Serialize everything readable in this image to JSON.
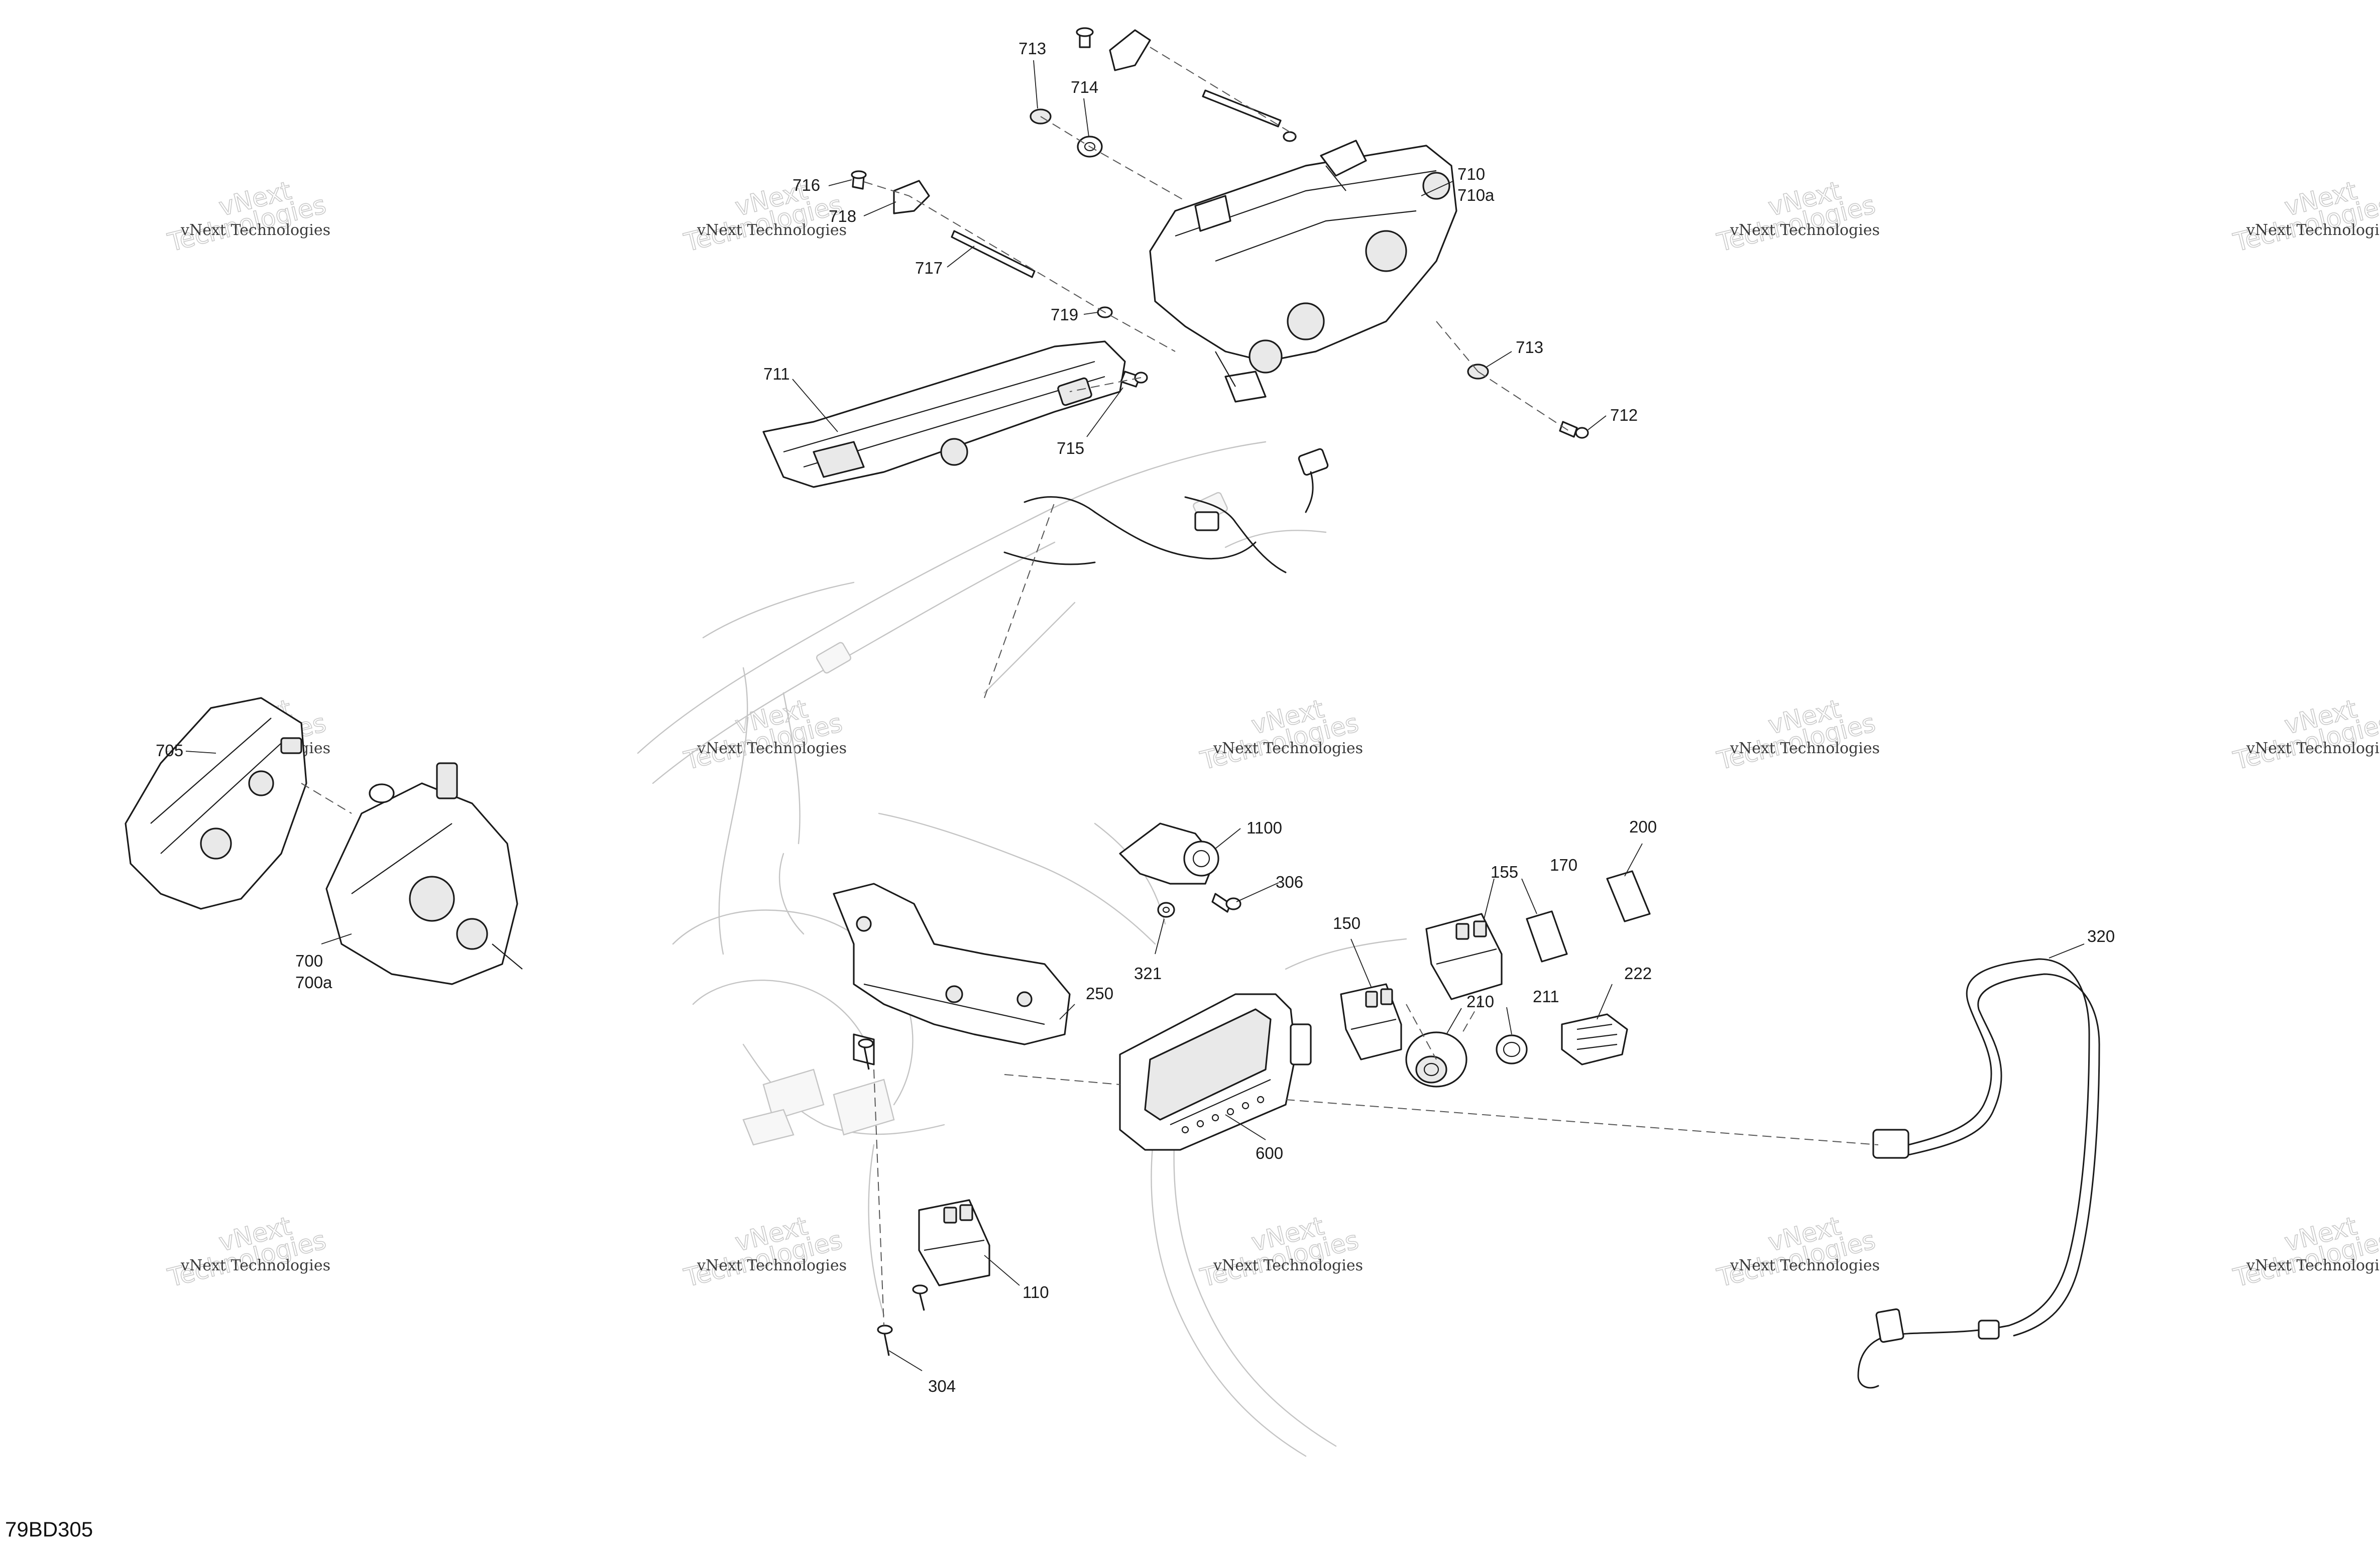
{
  "diagram_code": "79BD305",
  "watermark": {
    "line1": "vNext Technologies",
    "line2": "Technologies"
  },
  "callouts": [
    {
      "id": "713a",
      "label": "713"
    },
    {
      "id": "714",
      "label": "714"
    },
    {
      "id": "716",
      "label": "716"
    },
    {
      "id": "718",
      "label": "718"
    },
    {
      "id": "717",
      "label": "717"
    },
    {
      "id": "719",
      "label": "719"
    },
    {
      "id": "710",
      "label": "710"
    },
    {
      "id": "710a",
      "label": "710a"
    },
    {
      "id": "713b",
      "label": "713"
    },
    {
      "id": "712",
      "label": "712"
    },
    {
      "id": "711",
      "label": "711"
    },
    {
      "id": "715",
      "label": "715"
    },
    {
      "id": "705",
      "label": "705"
    },
    {
      "id": "700",
      "label": "700"
    },
    {
      "id": "700a",
      "label": "700a"
    },
    {
      "id": "1100",
      "label": "1100"
    },
    {
      "id": "306",
      "label": "306"
    },
    {
      "id": "321",
      "label": "321"
    },
    {
      "id": "155",
      "label": "155"
    },
    {
      "id": "170",
      "label": "170"
    },
    {
      "id": "200",
      "label": "200"
    },
    {
      "id": "150",
      "label": "150"
    },
    {
      "id": "320",
      "label": "320"
    },
    {
      "id": "250",
      "label": "250"
    },
    {
      "id": "210",
      "label": "210"
    },
    {
      "id": "211",
      "label": "211"
    },
    {
      "id": "222",
      "label": "222"
    },
    {
      "id": "600",
      "label": "600"
    },
    {
      "id": "110",
      "label": "110"
    },
    {
      "id": "304",
      "label": "304"
    }
  ]
}
